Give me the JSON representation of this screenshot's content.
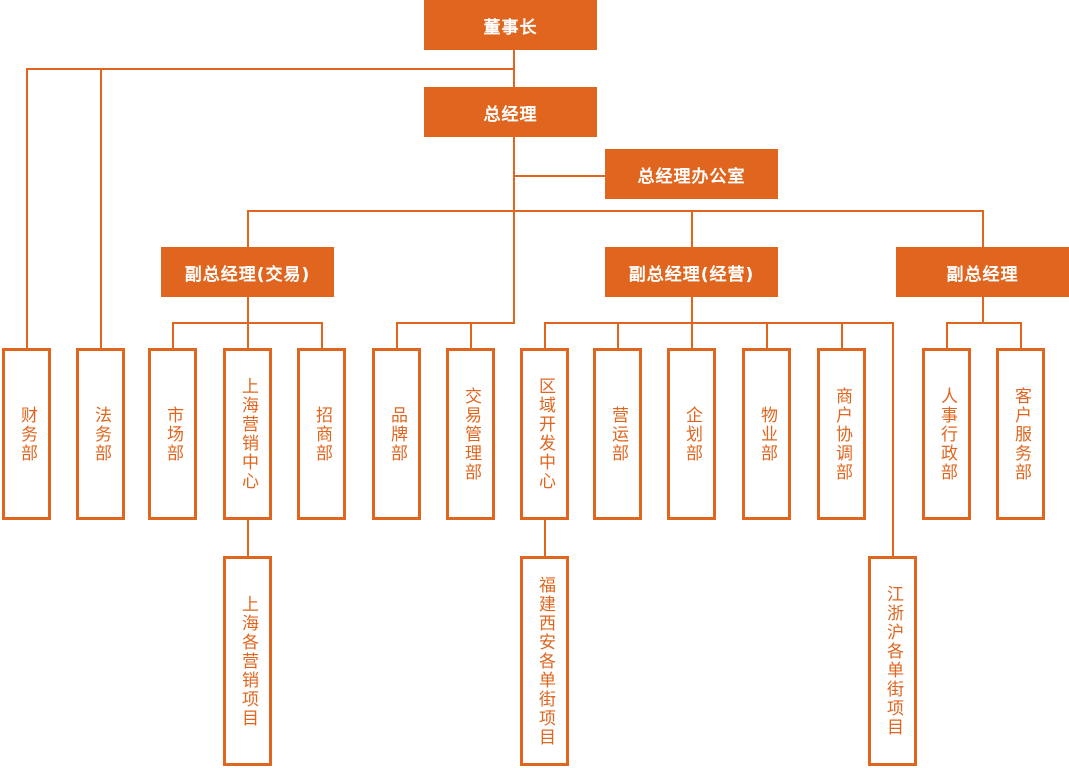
{
  "colors": {
    "accent": "#e0661f",
    "text_on_accent": "#ffffff",
    "box_background": "#ffffff"
  },
  "nodes": {
    "chairman": "董事长",
    "general_manager": "总经理",
    "gm_office": "总经理办公室",
    "vp_trading": "副总经理(交易)",
    "vp_operations": "副总经理(经营)",
    "vp": "副总经理",
    "finance": "财务部",
    "legal": "法务部",
    "market": "市场部",
    "shanghai_marketing_center": "上海营销中心",
    "investment_promotion": "招商部",
    "brand": "品牌部",
    "trading_management": "交易管理部",
    "regional_development_center": "区域开发中心",
    "operations": "营运部",
    "planning": "企划部",
    "property": "物业部",
    "merchant_coordination": "商户协调部",
    "hr_admin": "人事行政部",
    "customer_service": "客户服务部",
    "shanghai_projects": "上海各营销项目",
    "fujian_xian_projects": "福建西安各单街项目",
    "jiangzhehu_projects": "江浙沪各单街项目"
  }
}
